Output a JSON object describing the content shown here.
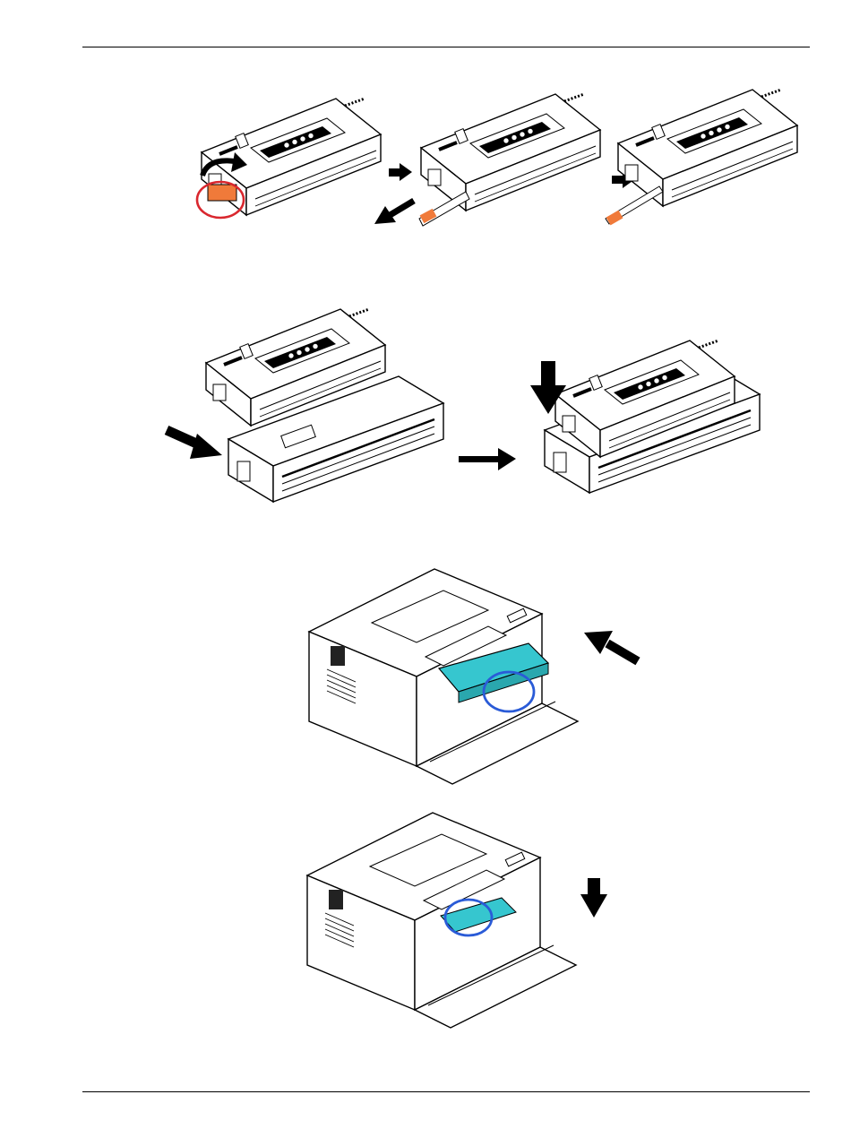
{
  "colors": {
    "line": "#000000",
    "fill": "#ffffff",
    "highlight_red": "#d9272e",
    "highlight_blue": "#2a5bd7",
    "tab_orange": "#f07a3a",
    "drum_cyan": "#36c6cf"
  },
  "figures": [
    {
      "name": "remove-protective-cover-step",
      "icons": [
        "rotate-arrow-icon",
        "pull-arrow-icon"
      ]
    },
    {
      "name": "pull-seal-tab-step",
      "icons": [
        "next-step-arrow-icon",
        "pull-arrow-icon"
      ]
    },
    {
      "name": "seal-removed-step",
      "icons": [
        "next-step-arrow-icon"
      ]
    },
    {
      "name": "insert-toner-into-drum-step",
      "icons": [
        "push-arrow-icon",
        "next-step-arrow-icon",
        "press-down-arrow-icon"
      ]
    },
    {
      "name": "insert-drum-into-printer-step",
      "icons": [
        "insert-arrow-icon"
      ]
    },
    {
      "name": "close-front-cover-step",
      "icons": [
        "down-arrow-icon"
      ]
    }
  ]
}
